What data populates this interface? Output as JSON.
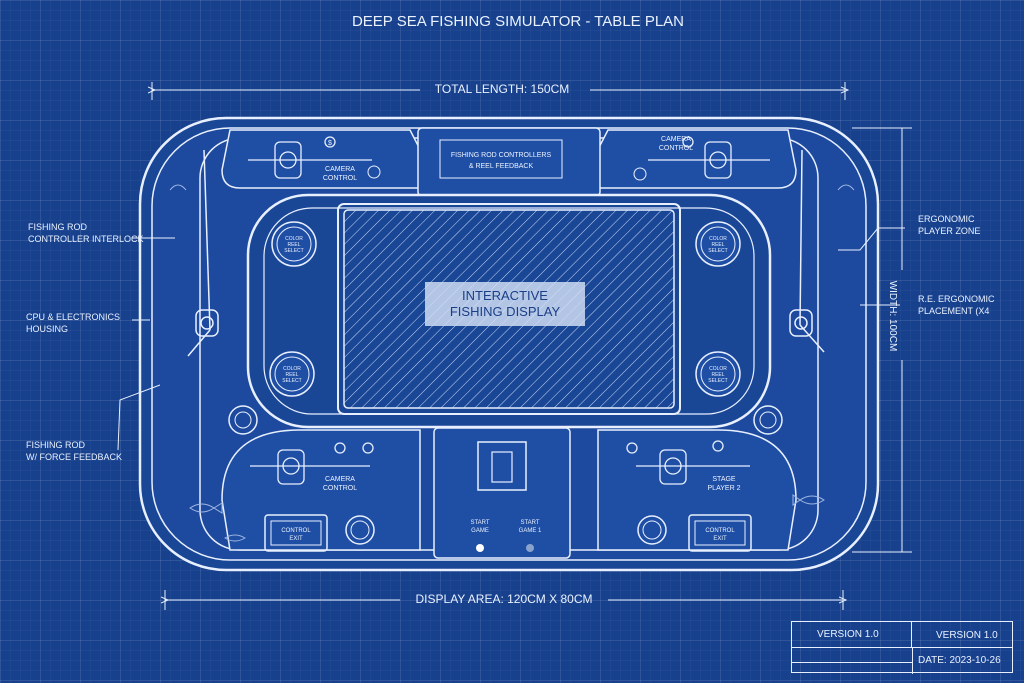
{
  "title": "DEEP SEA FISHING SIMULATOR - TABLE PLAN",
  "dimensions": {
    "total_length": "TOTAL LENGTH: 150CM",
    "display_area": "DISPLAY AREA: 120CM X 80CM"
  },
  "center_display": {
    "line1": "INTERACTIVE",
    "line2": "FISHING DISPLAY"
  },
  "top_panel": {
    "line1": "FISHING ROD CONTROLLERS",
    "line2": "& REEL FEEDBACK"
  },
  "stations": {
    "top_left": {
      "line1": "CAMERA",
      "line2": "CONTROL"
    },
    "top_right": {
      "line1": "CAMERA",
      "line2": "CONTROL"
    },
    "bottom_left": {
      "line1": "CAMERA",
      "line2": "CONTROL"
    },
    "bottom_right": {
      "line1": "STAGE",
      "line2": "PLAYER 2"
    }
  },
  "wheels": {
    "line1": "COLOR",
    "line2": "REEL",
    "line3": "SELECT"
  },
  "side_buttons": {
    "line1": "CONTROL",
    "line2": "EXIT"
  },
  "start_buttons": {
    "left": {
      "line1": "START",
      "line2": "GAME"
    },
    "right": {
      "line1": "START",
      "line2": "GAME 1"
    }
  },
  "callouts": {
    "rod_controller": {
      "line1": "FISHING ROD",
      "line2": "CONTROLLER INTERLOCK"
    },
    "cpu": {
      "line1": "CPU & ELECTRONICS",
      "line2": "HOUSING"
    },
    "force_feedback": {
      "line1": "FISHING ROD",
      "line2": "W/ FORCE FEEDBACK"
    },
    "ergonomic": {
      "line1": "ERGONOMIC",
      "line2": "PLAYER ZONE"
    },
    "placement": {
      "line1": "R.E. ERGONOMIC",
      "line2": "PLACEMENT (X4"
    }
  },
  "vertical_label": "WIDTH: 100CM",
  "title_block": {
    "left_version": "VERSION 1.0",
    "right_version": "VERSION 1.0",
    "date": "DATE: 2023-10-26"
  },
  "colors": {
    "background": "#17408d",
    "line": "#e8f0ff",
    "panel": "#1d4a9e"
  }
}
